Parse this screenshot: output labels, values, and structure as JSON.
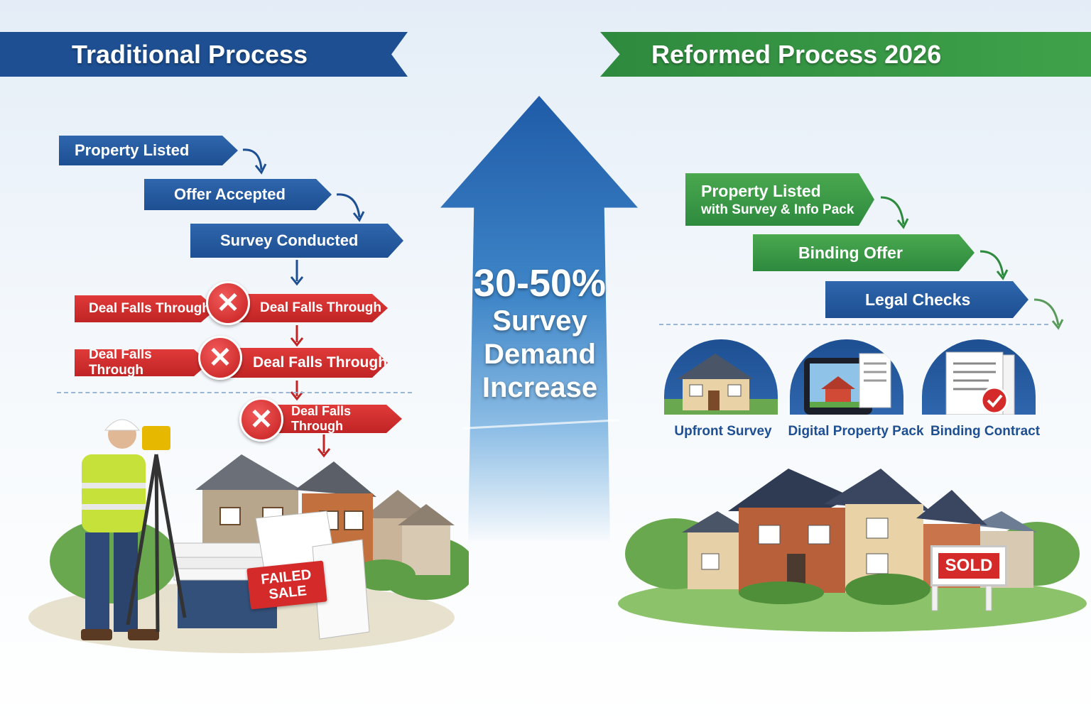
{
  "left": {
    "title": "Traditional Process",
    "steps": [
      "Property Listed",
      "Offer Accepted",
      "Survey Conducted"
    ],
    "fail_label": "Deal Falls Through",
    "stamp_line1": "FAILED",
    "stamp_line2": "SALE"
  },
  "center": {
    "stat_value": "30-50%",
    "stat_line1": "Survey",
    "stat_line2": "Demand",
    "stat_line3": "Increase"
  },
  "right": {
    "title": "Reformed Process 2026",
    "step1_line1": "Property Listed",
    "step1_line2": "with Survey & Info Pack",
    "step2": "Binding Offer",
    "step3": "Legal Checks",
    "features": [
      "Upfront Survey",
      "Digital Property Pack",
      "Binding Contract"
    ],
    "sign": "SOLD"
  },
  "colors": {
    "blue": "#1d4f92",
    "green": "#2e8a3e",
    "red": "#c02424"
  }
}
